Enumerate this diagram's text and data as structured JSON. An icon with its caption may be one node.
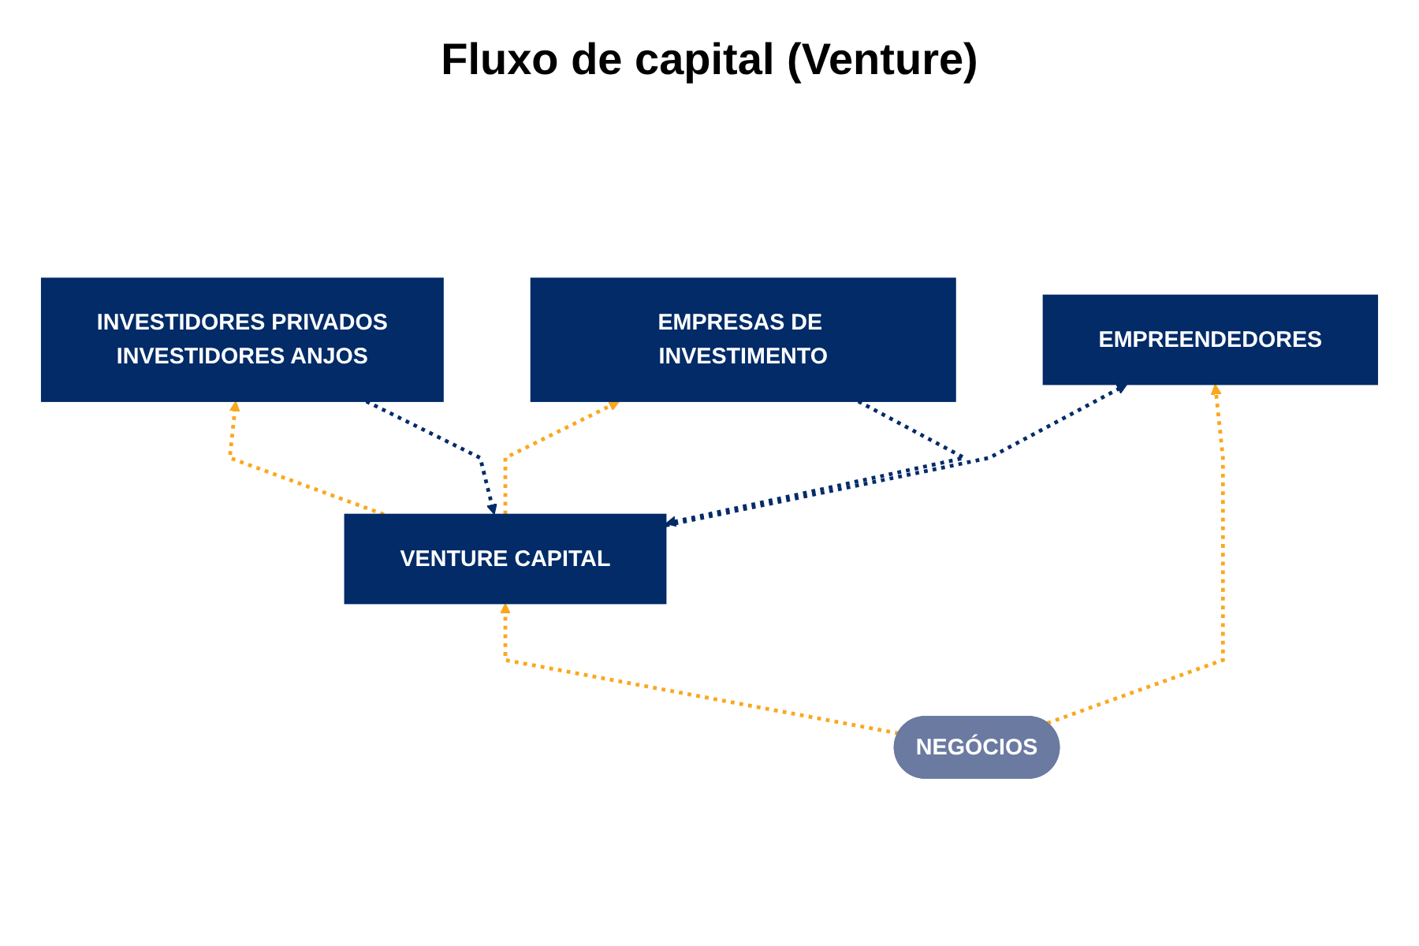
{
  "diagram": {
    "title": "Fluxo de capital (Venture)",
    "nodes": [
      {
        "text": [
          "INVESTIDORES PRIVADOS",
          "INVESTIDORES ANJOS"
        ]
      },
      {
        "text": [
          "EMPRESAS DE INVESTIMENTO"
        ]
      },
      {
        "text": [
          "VENTURE CAPITAL"
        ]
      },
      {
        "text": [
          "EMPREENDEDORES"
        ]
      },
      {
        "text": [
          "NEGÓCIOS"
        ]
      }
    ],
    "edges": [
      {
        "from": 0,
        "to": 2,
        "arrow": "to",
        "style": "dashed",
        "color": "#022b68"
      },
      {
        "from": 2,
        "to": 0,
        "arrow": "to",
        "style": "dashed"
      },
      {
        "from": 1,
        "to": 2,
        "arrow": "to",
        "style": "dashed",
        "color": "#022b68"
      },
      {
        "from": 2,
        "to": 1,
        "arrow": "to",
        "style": "dashed"
      },
      {
        "from": 2,
        "to": 3,
        "arrow": "to",
        "style": "dashed",
        "color": "#022b68"
      },
      {
        "from": 4,
        "to": 2,
        "arrow": "to",
        "style": "dashed"
      },
      {
        "from": 4,
        "to": 3,
        "arrow": "to",
        "style": "dashed"
      }
    ]
  }
}
